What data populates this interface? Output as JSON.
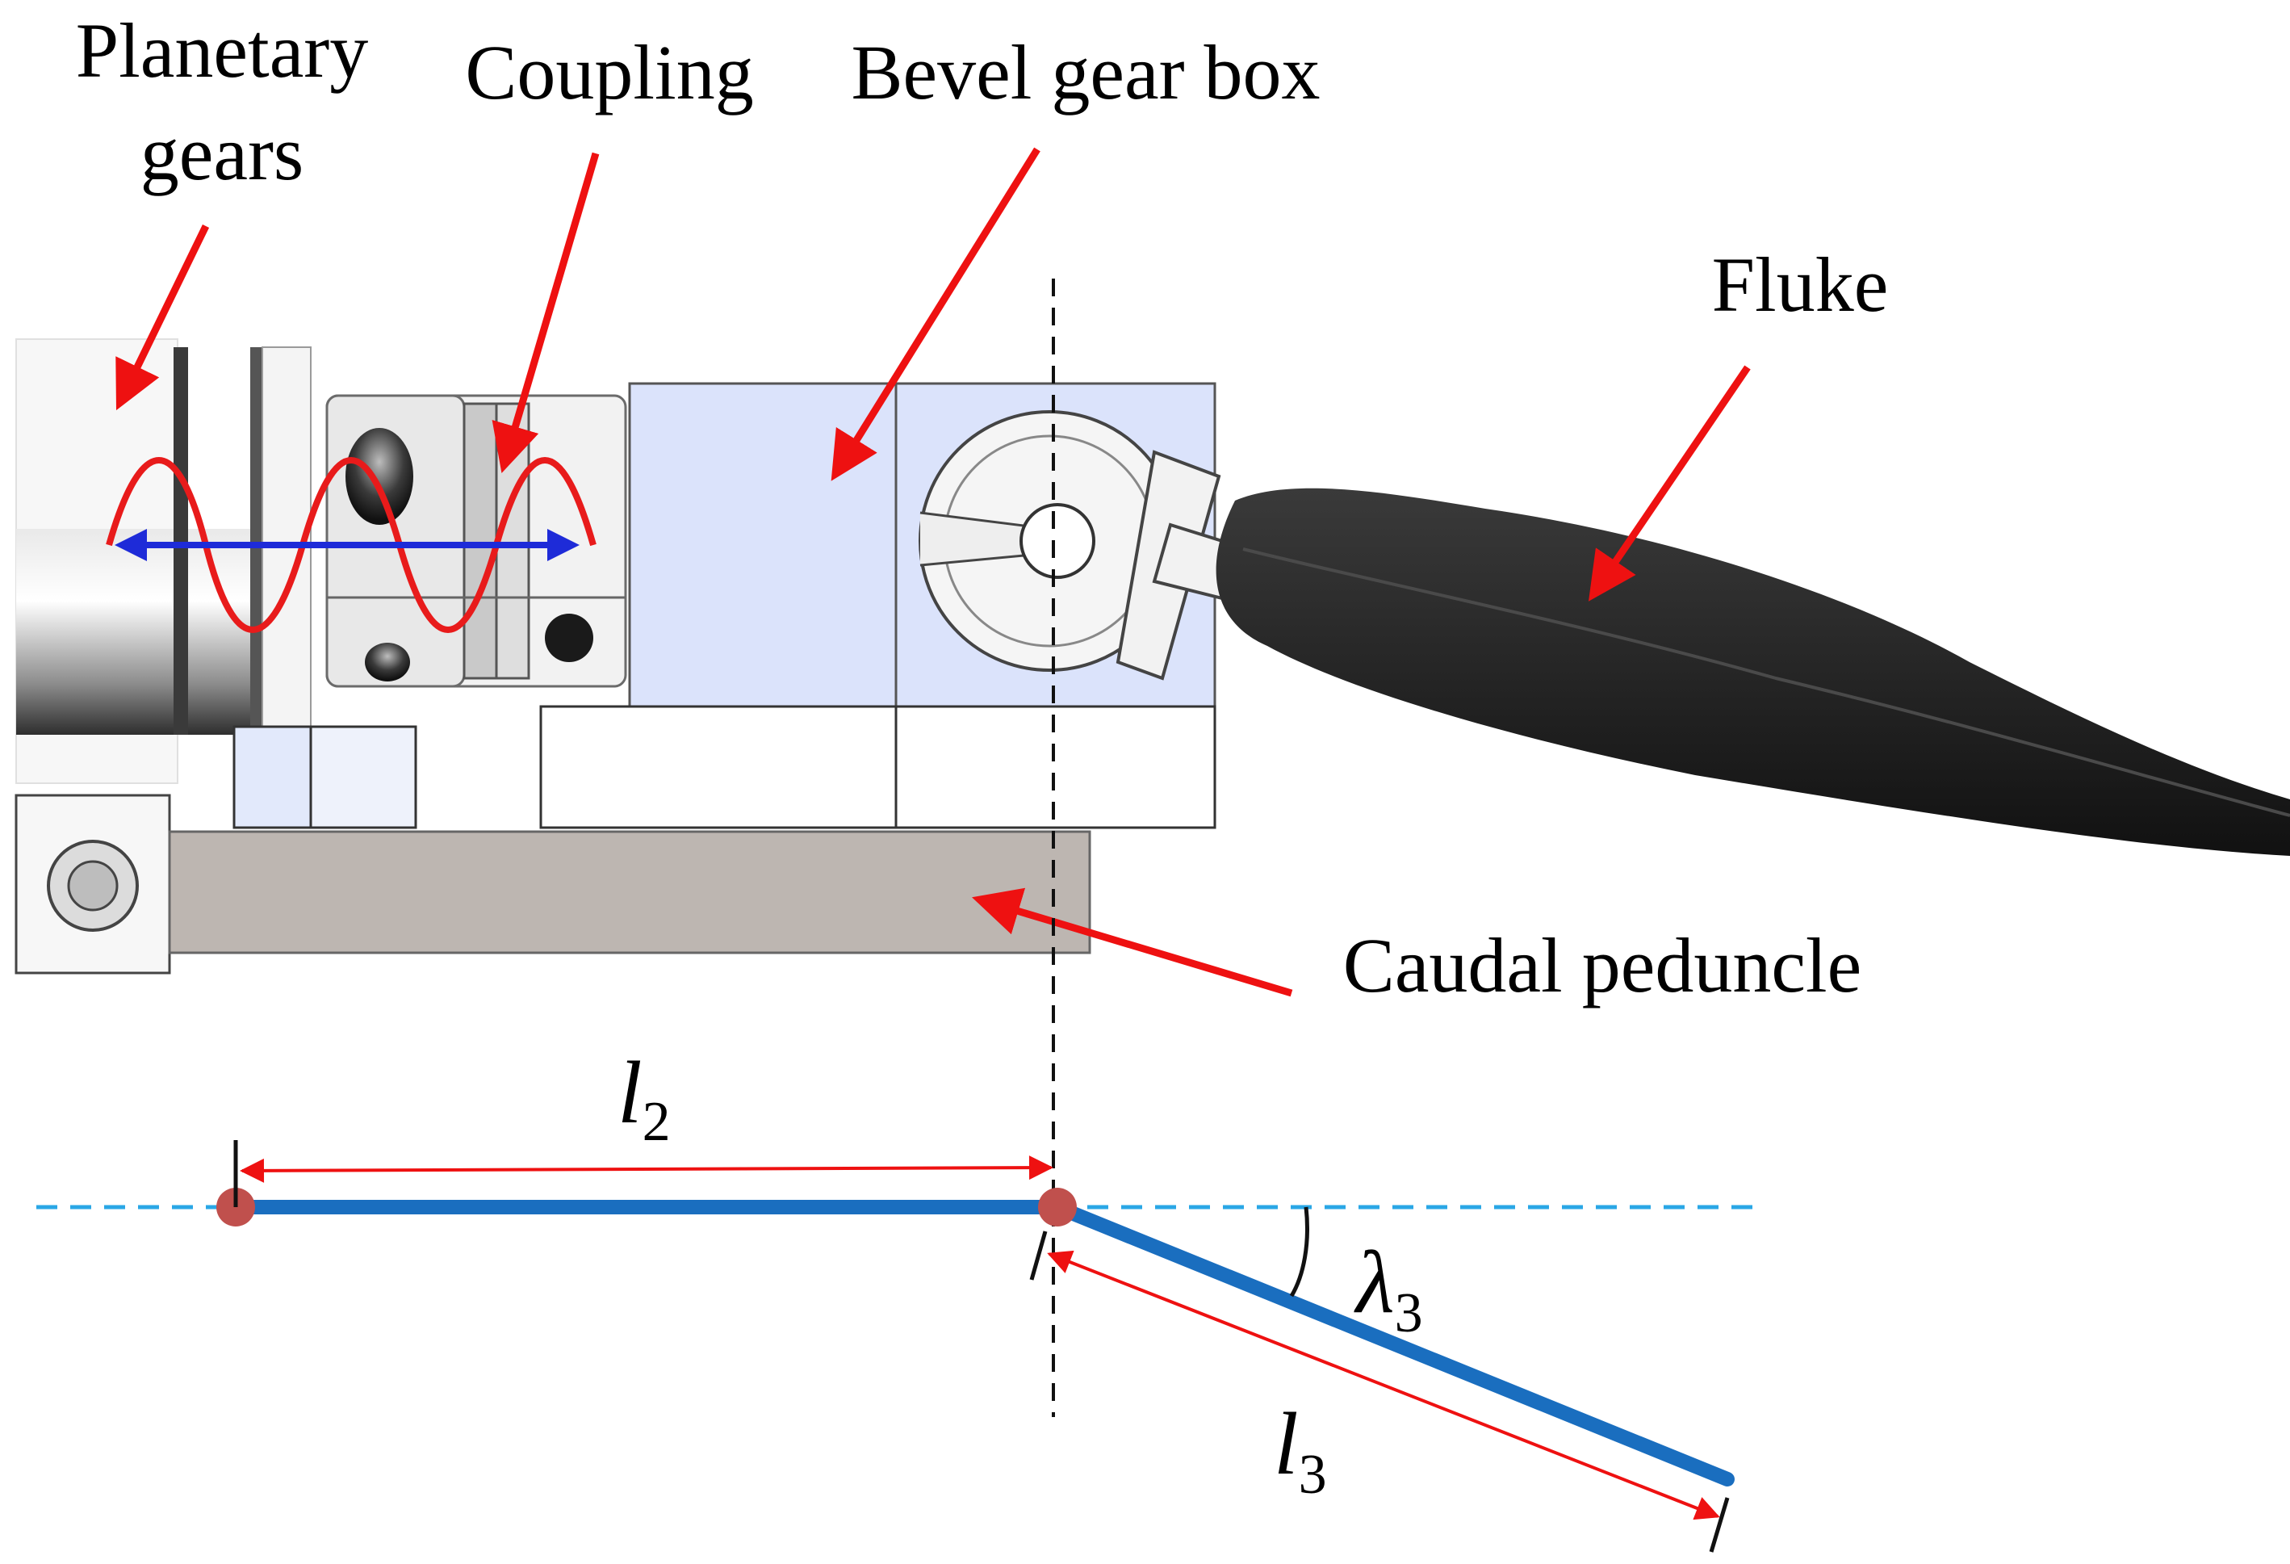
{
  "labels": {
    "planetary_line1": "Planetary",
    "planetary_line2": "gears",
    "coupling": "Coupling",
    "bevel": "Bevel gear box",
    "fluke": "Fluke",
    "caudal": "Caudal peduncle"
  },
  "symbols": {
    "l2": {
      "base": "l",
      "sub": "2"
    },
    "l3": {
      "base": "l",
      "sub": "3"
    },
    "lambda3": {
      "base": "λ",
      "sub": "3"
    }
  },
  "colors": {
    "arrow_red": "#ee1111",
    "link_blue": "#1a6ebf",
    "guide_cyan": "#2aa7e6",
    "joint": "#c0504d",
    "blue_arrow": "#1e2bd8",
    "sine_red": "#e81b1b",
    "gearbox_fill": "#dbe3fb",
    "peduncle_fill": "#bdb6b1",
    "fluke_fill": "#262626"
  },
  "icons": [
    "arrow-icon",
    "joint-icon",
    "sine-wave-icon",
    "double-arrow-icon"
  ]
}
